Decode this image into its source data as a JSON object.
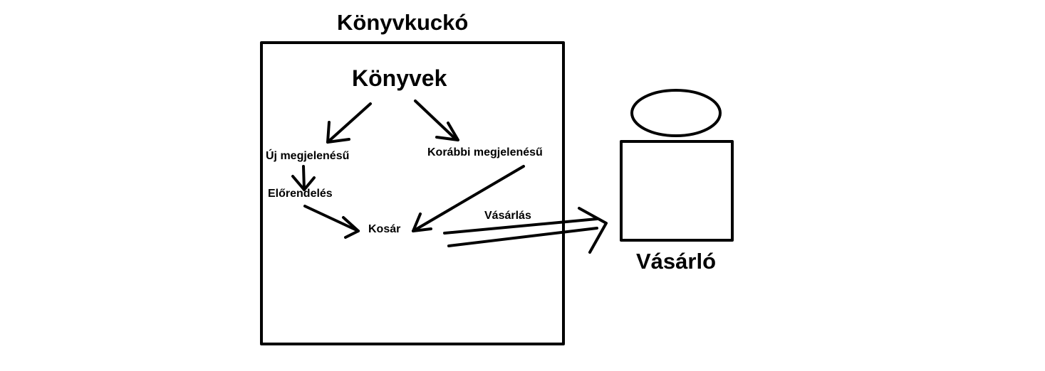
{
  "diagram": {
    "title": "Könyvkuckó",
    "nodes": {
      "books": "Könyvek",
      "new_release": "Új megjelenésű",
      "earlier_release": "Korábbi megjelenésű",
      "preorder": "Előrendelés",
      "cart": "Kosár",
      "customer": "Vásárló"
    },
    "edges": {
      "purchase": "Vásárlás"
    },
    "colors": {
      "stroke": "#000000",
      "background": "#ffffff"
    }
  }
}
